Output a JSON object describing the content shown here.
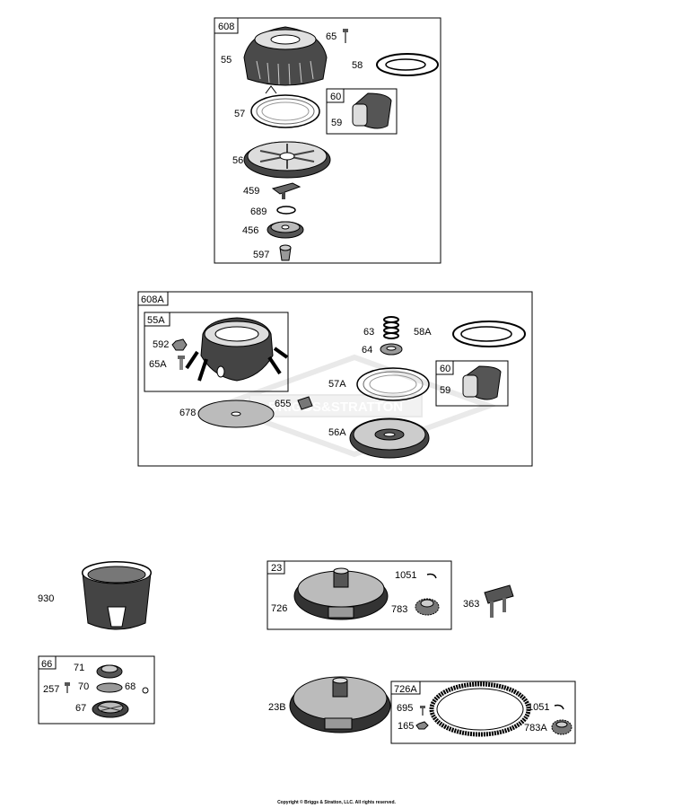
{
  "groups": {
    "g608": "608",
    "g60a": "60",
    "g608A": "608A",
    "g55A": "55A",
    "g60b": "60",
    "g23": "23",
    "g66": "66",
    "g726A": "726A"
  },
  "parts": {
    "p55": "55",
    "p65": "65",
    "p58": "58",
    "p59a": "59",
    "p57": "57",
    "p56": "56",
    "p459": "459",
    "p689": "689",
    "p456": "456",
    "p597": "597",
    "p592": "592",
    "p65A": "65A",
    "p678": "678",
    "p655": "655",
    "p63": "63",
    "p64": "64",
    "p58A": "58A",
    "p57A": "57A",
    "p59b": "59",
    "p56A": "56A",
    "p930": "930",
    "p1051a": "1051",
    "p726": "726",
    "p783": "783",
    "p363": "363",
    "p71": "71",
    "p257": "257",
    "p70": "70",
    "p68": "68",
    "p67": "67",
    "p23B": "23B",
    "p695": "695",
    "p1051b": "1051",
    "p165": "165",
    "p783A": "783A"
  },
  "watermark": "BRIGGS&STRATTON",
  "footer": "Copyright © Briggs & Stratton, LLC. All rights reserved."
}
